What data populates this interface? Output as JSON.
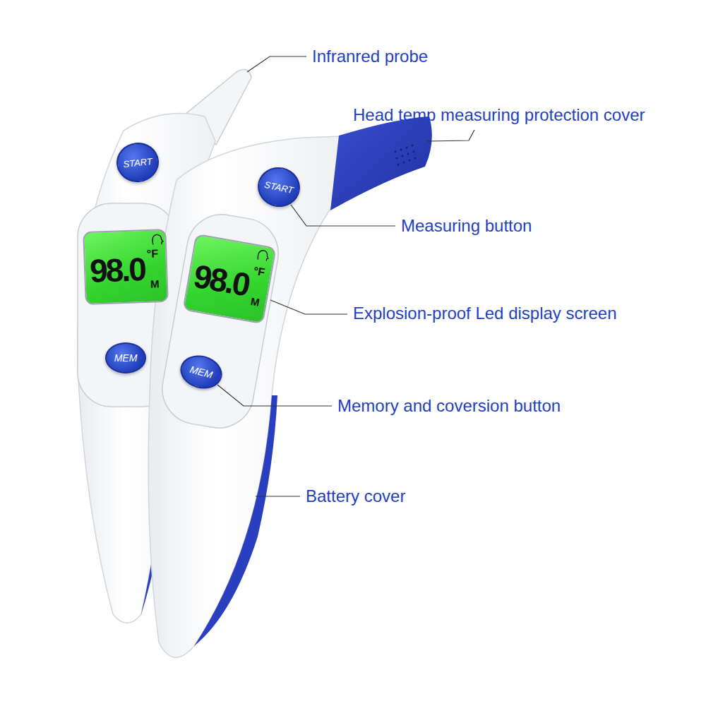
{
  "diagram": {
    "nodes": [
      {
        "text": [
          "START"
        ]
      },
      {
        "text": [
          "98.0",
          "°F",
          "M"
        ]
      },
      {
        "text": [
          "MEM"
        ]
      },
      {
        "text": [
          "START"
        ]
      },
      {
        "text": [
          "98.0",
          "°F",
          "M"
        ]
      },
      {
        "text": [
          "MEM"
        ]
      }
    ],
    "labels": [
      "Infranred probe",
      "Head temp measuring protection cover",
      "Measuring button",
      "Explosion-proof Led display screen",
      "Memory and coversion button",
      "Battery cover"
    ]
  }
}
